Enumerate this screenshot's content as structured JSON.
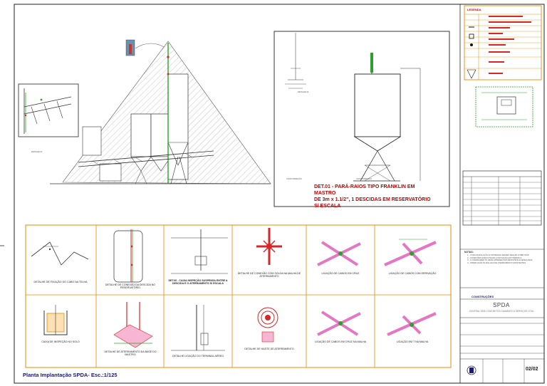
{
  "sheet": {
    "main_title": "Planta Implantação SPDA- Esc.:1/125",
    "det01_title_lines": [
      "DET.01 - PARÁ-RAIOS TIPO FRANKLIN EM MASTRO",
      "DE 3m x 1.1/2\", 1 DESCIDAS EM RESERVATÓRIO",
      "S/ ESCALA"
    ],
    "sheet_number": "02/02"
  },
  "title_block": {
    "project": "SPDA",
    "subtitle": "CENTRAL SEM CONCRETOS DIAMANTE & SERVIÇOS LTDA",
    "logo": "CONSTRUÇÕES"
  },
  "legend": {
    "heading": "LEGENDA"
  },
  "notes": {
    "heading": "NOTAS:",
    "lines": [
      "1 - TODA INSTALAÇÃO E MATERIAIS DEVEM SEGUIR A NBR 5419;",
      "2 - CONEXÕES EXECUTADAS COM SOLDA EXOTÉRMICA;",
      "3 - O ATERRAMENTO DEVE APRESENTAR RESISTÊNCIA ADEQUADA;",
      "4 - INTERLIGAR AS MALHAS DE ATERRAMENTO EXISTENTES."
    ]
  },
  "details": [
    {
      "caption": "DETALHE DE FIXAÇÃO DO CABO NA TELHA"
    },
    {
      "caption": "DETALHE DE CONEXÃO DA DESCIDA NO RESERVATÓRIO"
    },
    {
      "caption": "DET.06 - CAIXA INSPEÇÃO SUSPENSA ENTRE A DESCIDA E O ATERRAMENTO S/ ESCALA"
    },
    {
      "caption": "DETALHE DE CONEXÃO COM SOLDA NA MALHA DE ATERRAMENTO"
    },
    {
      "caption": "LIGAÇÃO DE CABOS EM CRUZ"
    },
    {
      "caption": "LIGAÇÃO DE CABOS COM DERIVAÇÃO"
    },
    {
      "caption": "CAIXA DE INSPEÇÃO NO SOLO"
    },
    {
      "caption": "DETALHE DE ATERRAMENTO DA BASE DO MASTRO"
    },
    {
      "caption": "DETALHE LIGAÇÃO DO TERMINAL AÉREO"
    },
    {
      "caption": "DETALHE DE HASTE DE ATERRAMENTO"
    },
    {
      "caption": "LIGAÇÃO DE CABOS EM CRUZ NA MALHA"
    },
    {
      "caption": "LIGAÇÃO EM T NA MALHA"
    }
  ]
}
